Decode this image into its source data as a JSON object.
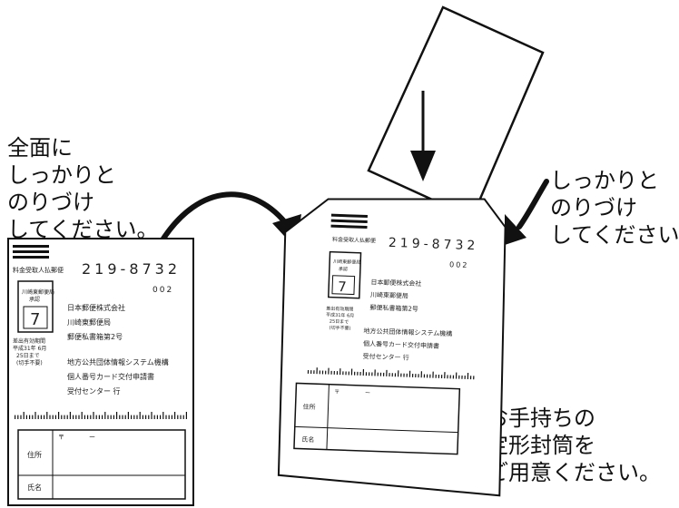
{
  "callouts": {
    "left": [
      "全面に",
      "しっかりと",
      "のりづけ",
      "してください。"
    ],
    "right": [
      "しっかりと",
      "のりづけ",
      "してください。"
    ],
    "bottom": [
      "お手持ちの",
      "定形封筒を",
      "ご用意ください。"
    ]
  },
  "form": {
    "header_label": "料金受取人払郵便",
    "postal_code": "219-8732",
    "number": "002",
    "post_office_line1": "川崎東郵便局",
    "post_office_line2": "承認",
    "post_office_number": "7",
    "recipient_lines": [
      "日本郵便株式会社",
      "川崎東郵便局",
      "郵便私書箱第2号"
    ],
    "expiry_lines": [
      "差出有効期間",
      "平成31年 6月",
      "25日まで",
      "(切手不要)"
    ],
    "department_lines": [
      "地方公共団体情報システム機構",
      "個人番号カード交付申請書",
      "受付センター 行"
    ],
    "address_label": "住所",
    "name_label": "氏名",
    "postal_mark": "〒",
    "dash": "ー"
  },
  "colors": {
    "ink": "#111111",
    "line": "#222222",
    "background": "#ffffff"
  }
}
